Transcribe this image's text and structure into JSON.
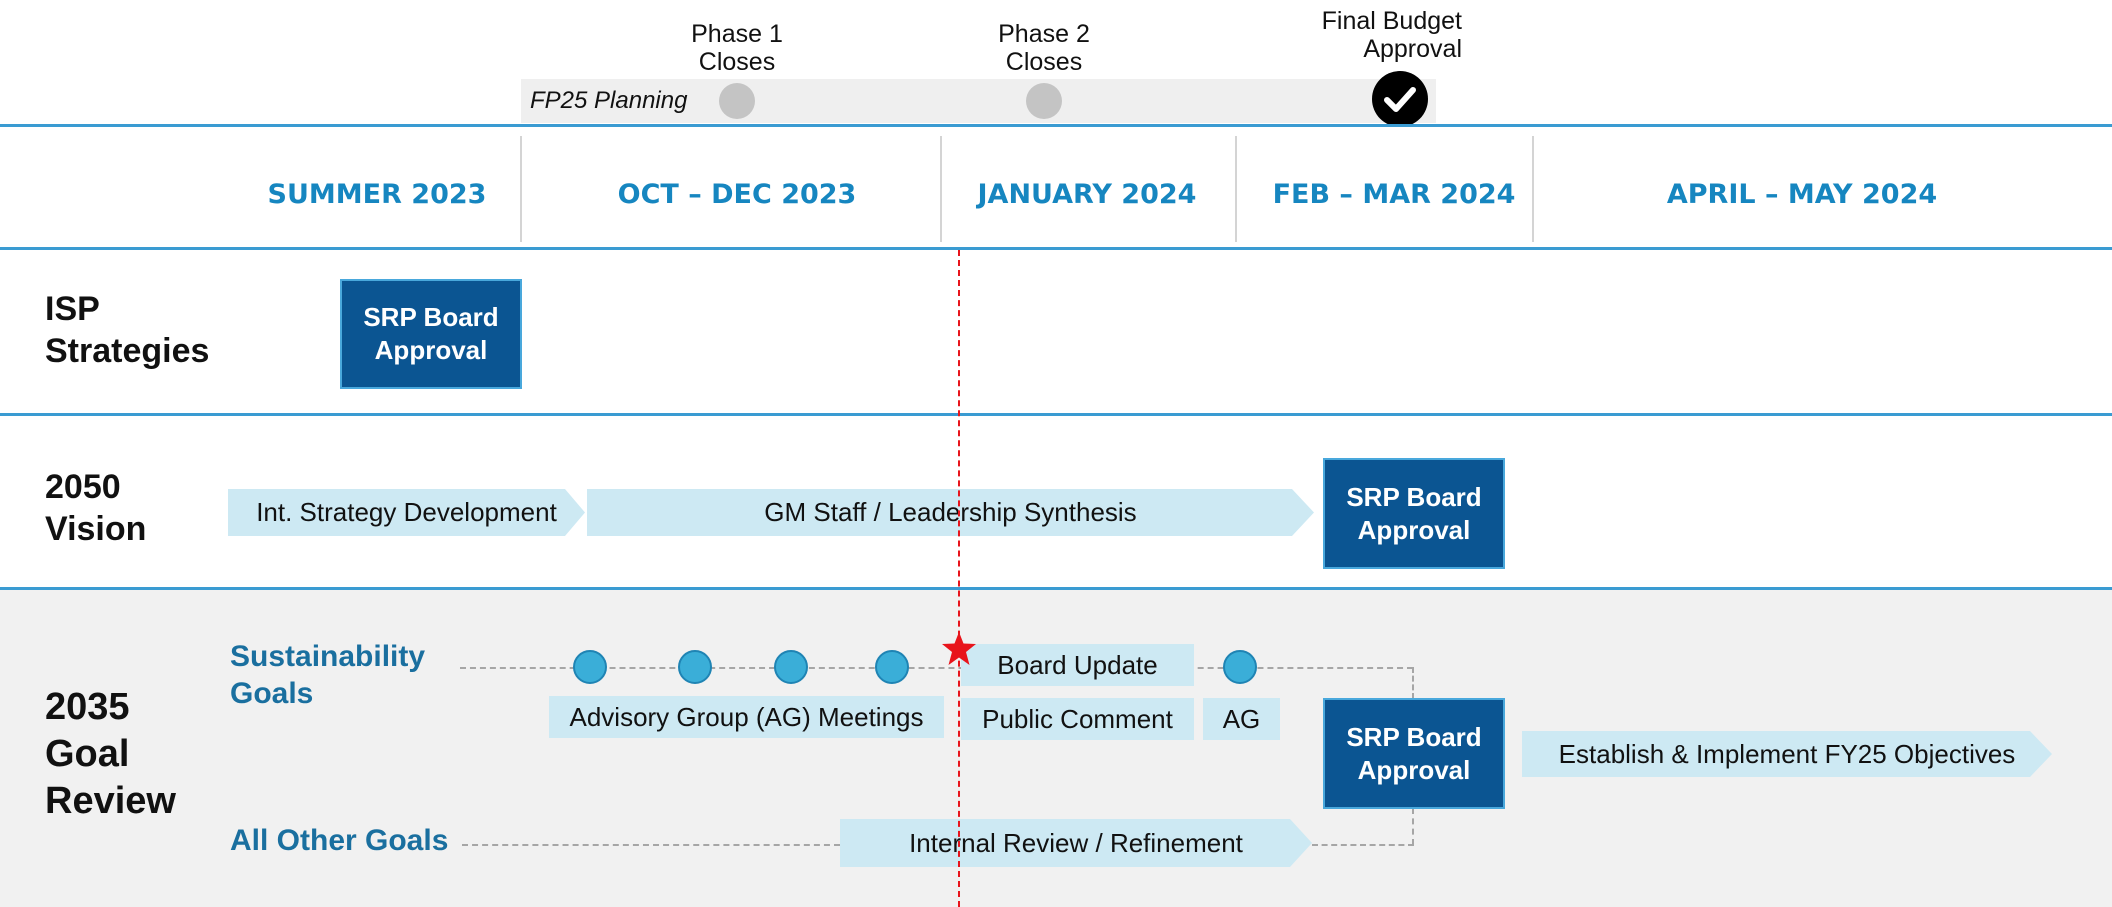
{
  "milestones": {
    "phase1": "Phase 1\nCloses",
    "phase2": "Phase 2\nCloses",
    "final_budget": "Final Budget\nApproval",
    "planning_bar_label": "FP25 Planning"
  },
  "periods": [
    "SUMMER 2023",
    "OCT – DEC 2023",
    "JANUARY 2024",
    "FEB – MAR 2024",
    "APRIL – MAY 2024"
  ],
  "rows": {
    "isp": {
      "label": "ISP\nStrategies",
      "board": "SRP Board\nApproval"
    },
    "vision": {
      "label": "2050\nVision",
      "int_strategy": "Int. Strategy Development",
      "gm_synthesis": "GM Staff / Leadership Synthesis",
      "board": "SRP Board\nApproval"
    },
    "goal_review": {
      "label": "2035\nGoal\nReview",
      "sustainability_label": "Sustainability\nGoals",
      "board_update": "Board Update",
      "ag_meetings": "Advisory Group (AG) Meetings",
      "public_comment": "Public Comment",
      "ag": "AG",
      "board": "SRP Board\nApproval",
      "establish": "Establish & Implement FY25 Objectives",
      "other_goals_label": "All Other Goals",
      "internal_review": "Internal Review / Refinement"
    }
  },
  "colors": {
    "accent_blue": "#1686c0",
    "board_fill": "#0b5592",
    "pale_fill": "#cde9f3",
    "rule_line": "#3a9bd2",
    "today_marker": "#e8141b",
    "goal_label": "#1a6f9f",
    "section_bg": "#f1f1f1"
  },
  "icons": {
    "final_budget": "check-circle-icon",
    "today": "star-icon"
  }
}
